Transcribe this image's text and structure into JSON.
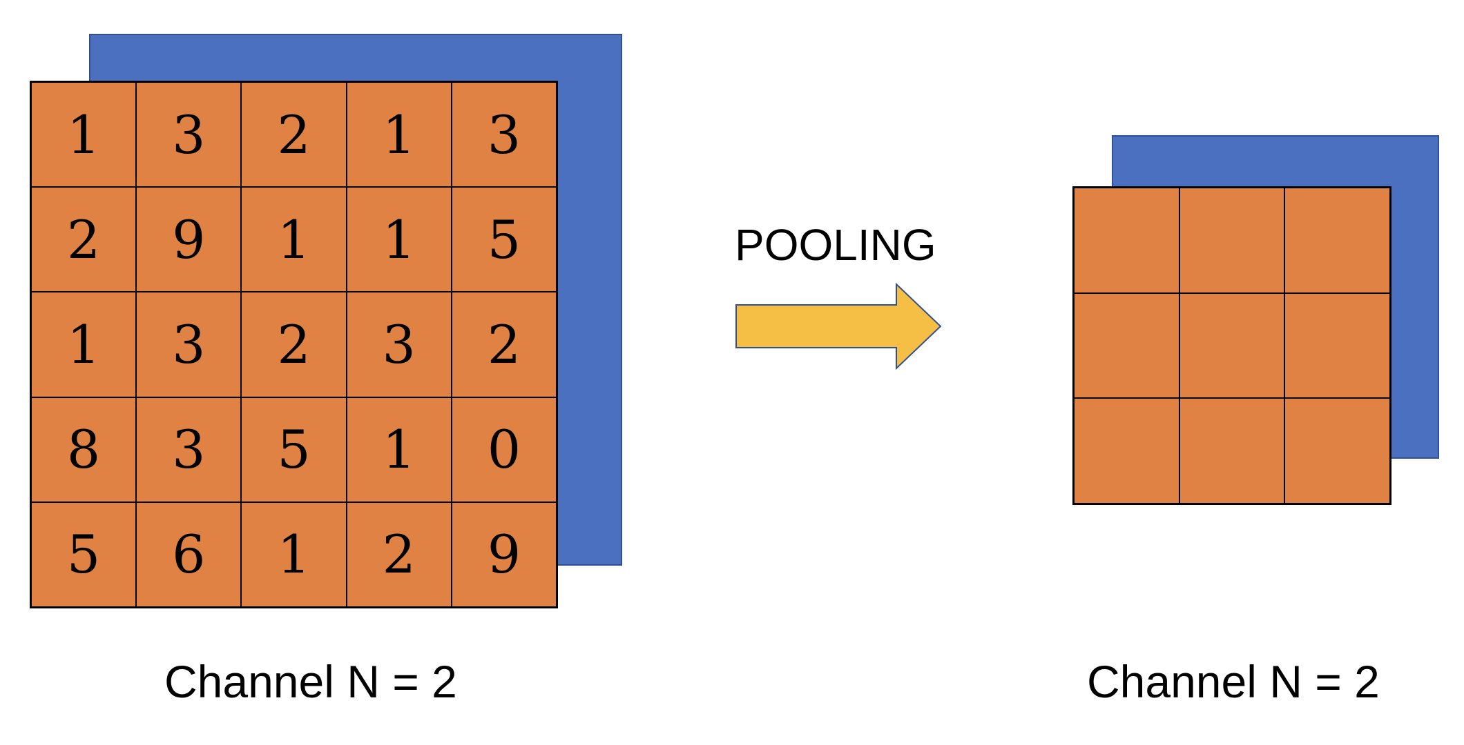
{
  "colors": {
    "front_layer": "#e08244",
    "back_layer": "#4a70bf",
    "arrow_fill": "#f5be44",
    "arrow_stroke": "#2f4f96",
    "grid_line": "#000000"
  },
  "input": {
    "rows": [
      [
        "1",
        "3",
        "2",
        "1",
        "3"
      ],
      [
        "2",
        "9",
        "1",
        "1",
        "5"
      ],
      [
        "1",
        "3",
        "2",
        "3",
        "2"
      ],
      [
        "8",
        "3",
        "5",
        "1",
        "0"
      ],
      [
        "5",
        "6",
        "1",
        "2",
        "9"
      ]
    ],
    "caption": "Channel N = 2"
  },
  "operation": {
    "label": "POOLING",
    "icon": "right-arrow-icon"
  },
  "output": {
    "rows": [
      [
        "",
        "",
        ""
      ],
      [
        "",
        "",
        ""
      ],
      [
        "",
        "",
        ""
      ]
    ],
    "caption": "Channel N = 2"
  }
}
